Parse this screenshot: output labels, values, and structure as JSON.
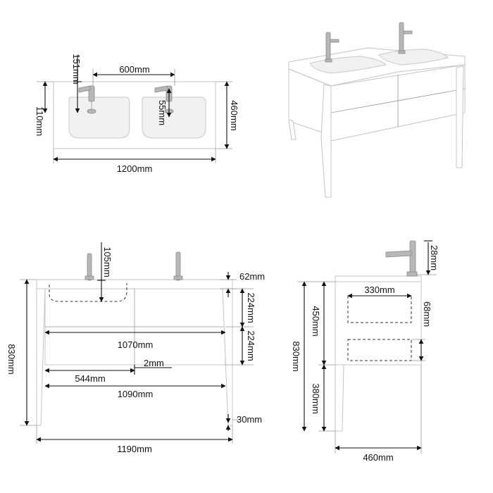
{
  "top_view": {
    "dim_faucet_offset": "151mm",
    "dim_faucet_spacing": "600mm",
    "dim_faucet_spout": "55mm",
    "dim_left_edge": "110mm",
    "dim_depth": "460mm",
    "dim_width": "1200mm"
  },
  "front_view": {
    "dim_faucet_to_basin": "105mm",
    "dim_top_thickness": "62mm",
    "dim_drawer_upper": "224mm",
    "dim_drawer_lower": "224mm",
    "dim_inner_width": "1070mm",
    "dim_gap": "2mm",
    "dim_half_width": "544mm",
    "dim_frame_width": "1090mm",
    "dim_total_height": "830mm",
    "dim_leg_offset": "30mm",
    "dim_overall_width": "1190mm"
  },
  "side_view": {
    "dim_faucet_height": "28mm",
    "dim_drawer_depth": "330mm",
    "dim_drawer_height": "68mm",
    "dim_upper_height": "450mm",
    "dim_total_height": "830mm",
    "dim_leg_height": "380mm",
    "dim_depth": "460mm"
  },
  "colors": {
    "line": "#111111",
    "object_outline": "#c4c4c4",
    "basin_shade": "#f1f1f1",
    "chrome": "#b7b7b7"
  }
}
